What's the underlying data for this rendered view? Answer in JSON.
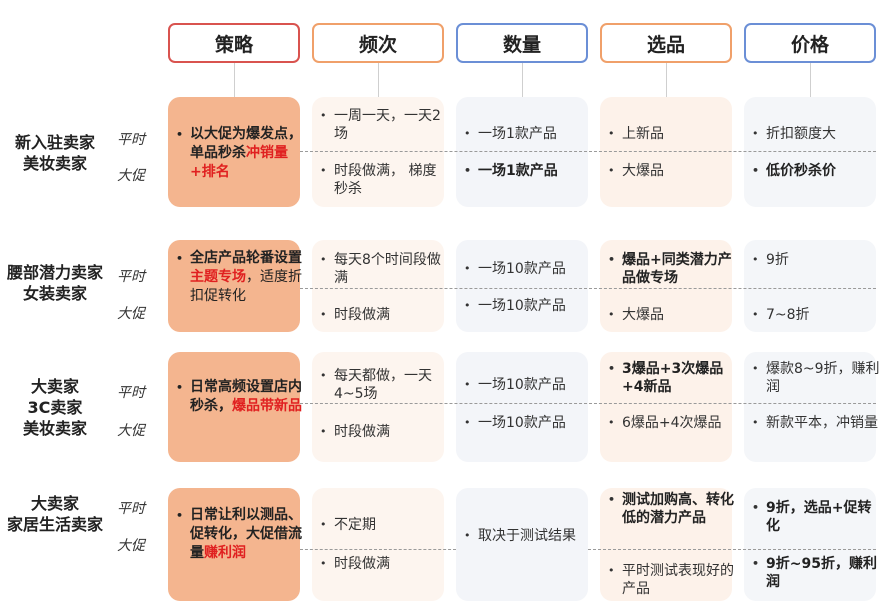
{
  "headers": [
    "策略",
    "频次",
    "数量",
    "选品",
    "价格"
  ],
  "header_colors": [
    "#d9534f",
    "#f0a06a",
    "#6b8fd6",
    "#f0a06a",
    "#6b8fd6"
  ],
  "tags": {
    "normal": "平时",
    "promo": "大促"
  },
  "rows": [
    {
      "label": [
        "新入驻卖家",
        "美妆卖家"
      ],
      "strategy": {
        "pre": "以大促为爆发点，单品秒杀",
        "hl": "冲销量+排名",
        "post": ""
      },
      "freq": [
        "一周一天，一天2场",
        "时段做满， 梯度秒杀"
      ],
      "qty": [
        "一场1款产品",
        "一场1款产品"
      ],
      "sel": [
        "上新品",
        "大爆品"
      ],
      "price": [
        "折扣额度大",
        "低价秒杀价"
      ]
    },
    {
      "label": [
        "腰部潜力卖家",
        "女装卖家"
      ],
      "strategy": {
        "pre": "全店产品轮番设置",
        "hl": "主题专场",
        "post": "，适度折扣促转化"
      },
      "freq": [
        "每天8个时间段做满",
        "时段做满"
      ],
      "qty": [
        "一场10款产品",
        "一场10款产品"
      ],
      "sel": [
        "爆品+同类潜力产品做专场",
        "大爆品"
      ],
      "price": [
        "9折",
        "7~8折"
      ]
    },
    {
      "label": [
        "大卖家",
        "3C卖家",
        "美妆卖家"
      ],
      "strategy": {
        "pre": "日常高频设置店内秒杀，",
        "hl": "爆品带新品",
        "post": ""
      },
      "freq": [
        "每天都做，一天4~5场",
        "时段做满"
      ],
      "qty": [
        "一场10款产品",
        "一场10款产品"
      ],
      "sel": [
        "3爆品+3次爆品+4新品",
        "6爆品+4次爆品"
      ],
      "price": [
        "爆款8~9折，赚利润",
        "新款平本，冲销量"
      ]
    },
    {
      "label": [
        "大卖家",
        "家居生活卖家"
      ],
      "strategy": {
        "pre": "日常让利以测品、促转化，大促借流量",
        "hl": "赚利润",
        "post": ""
      },
      "freq": [
        "不定期",
        "时段做满"
      ],
      "qty": [
        "取决于测试结果"
      ],
      "sel": [
        "测试加购高、转化低的潜力产品",
        "平时测试表现好的产品"
      ],
      "price": [
        "9折，选品+促转化",
        "9折~95折，赚利润"
      ]
    }
  ]
}
